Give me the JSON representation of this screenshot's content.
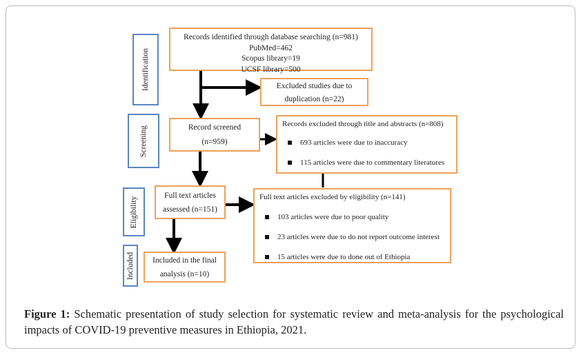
{
  "stages": {
    "identification": "Identification",
    "screening": "Screening",
    "eligibility": "Eligibility",
    "included": "Included"
  },
  "identified": {
    "title": "Records identified through database  searching (n=981)",
    "pubmed": "PubMed=462",
    "scopus": "Scopus library=19",
    "ucsf": "UCSF library=500"
  },
  "duplicates": {
    "line1": "Excluded studies due to",
    "line2": "duplication (n=22)"
  },
  "screened": {
    "line1": "Record screened",
    "line2": "(n=959)"
  },
  "excluded_title": {
    "title": "Records excluded through title and abstracts (n=808)",
    "items": [
      "693 articles were due to inaccuracy",
      "115 articles were due to commentary literatures"
    ]
  },
  "fulltext": {
    "line1": "Full text articles",
    "line2": "assessed  (n=151)"
  },
  "excluded_eligibility": {
    "title": "Full text articles excluded by eligibility (n=141)",
    "items": [
      "103 articles were due to poor quality",
      "23 articles were due to do not report outcome interest",
      "15 articles were due to done out of Ethiopia"
    ]
  },
  "included": {
    "line1": "Included in the final",
    "line2": "analysis (n=10)"
  },
  "caption": {
    "label": "Figure 1:",
    "text": " Schematic presentation of study selection for systematic review and meta-analysis for the psychological impacts of COVID-19 preventive measures in Ethiopia, 2021."
  }
}
